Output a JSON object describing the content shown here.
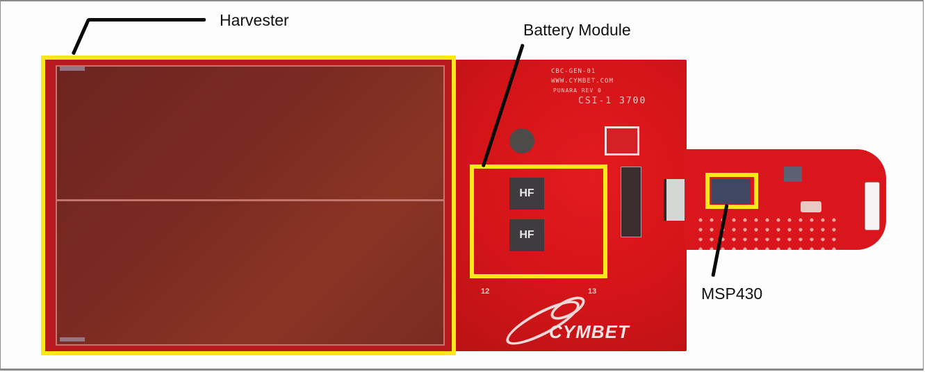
{
  "figure": {
    "type": "annotated-photo",
    "subject": "Cymbet energy harvesting evaluation board"
  },
  "annotations": [
    {
      "id": "harvester",
      "label": "Harvester"
    },
    {
      "id": "battery-module",
      "label": "Battery Module"
    },
    {
      "id": "msp430",
      "label": "MSP430"
    }
  ],
  "pcb": {
    "silkscreen_lines": [
      "CBC-GEN-01",
      "WWW.CYMBET.COM",
      "PUNARA REV 0",
      "CSI-1  3700"
    ],
    "pin_labels": [
      "12",
      "13"
    ],
    "battery_chip_marks": [
      "HF",
      "HF"
    ],
    "logo": "CYMBET"
  },
  "colors": {
    "highlight": "#ffe81a",
    "pcb_red": "#d31418",
    "panel_brown": "#7a2a22",
    "callout": "#0a0a0a"
  }
}
